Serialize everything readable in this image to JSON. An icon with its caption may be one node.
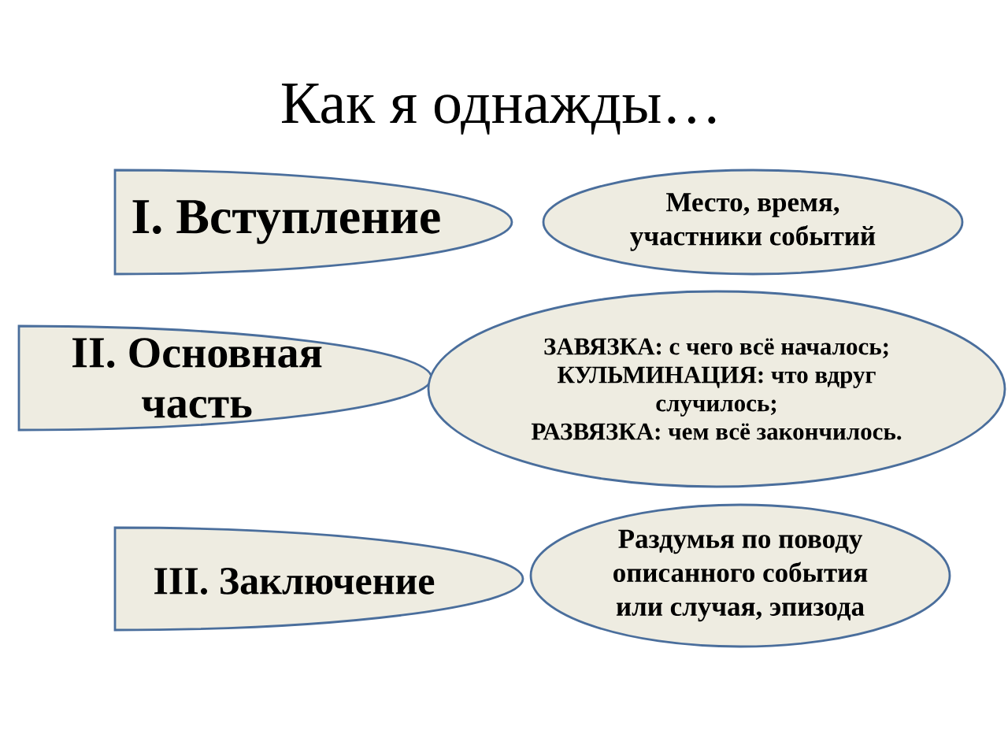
{
  "diagram": {
    "title": "Как я однажды…",
    "nodes": [
      {
        "text": [
          "I. Вступление"
        ]
      },
      {
        "text": [
          "Место, время, участники событий"
        ]
      },
      {
        "text": [
          "II. Основная часть"
        ]
      },
      {
        "text": [
          "ЗАВЯЗКА: с чего всё началось;",
          "КУЛЬМИНАЦИЯ: что вдруг случилось;",
          "РАЗВЯЗКА: чем всё закончилось."
        ]
      },
      {
        "text": [
          "III. Заключение"
        ]
      },
      {
        "text": [
          "Раздумья по поводу описанного события или случая, эпизода"
        ]
      }
    ]
  }
}
